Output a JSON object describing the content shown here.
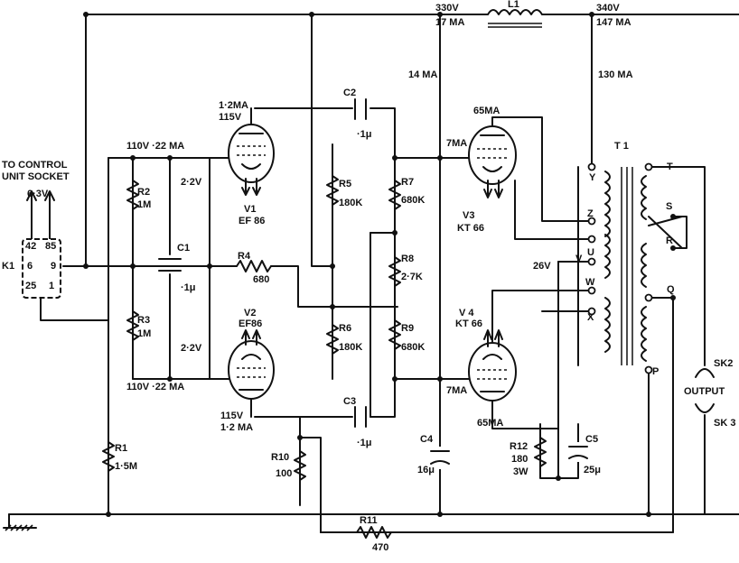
{
  "labels": {
    "to_control": "TO  CONTROL",
    "unit_socket": "UNIT SOCKET",
    "heater_v": "6·3V",
    "k1": "K1",
    "pin42": "42",
    "pin85": "85",
    "pin6": "6",
    "pin9": "9",
    "pin25": "25",
    "pin1": "1",
    "v_330": "330V",
    "ma_17": "17 MA",
    "l1": "L1",
    "v_340": "340V",
    "ma_147": "147 MA",
    "ma_14": "14 MA",
    "ma_130": "130 MA",
    "v1_current": "1·2MA",
    "v1_volt": "115V",
    "r_top_volt": "110V  ·22 MA",
    "r2": "R2",
    "r2_val": "1M",
    "c1": "C1",
    "c1_val": "·1μ",
    "r3": "R3",
    "r3_val": "1M",
    "r_bot_volt": "110V  ·22 MA",
    "v1_grid": "2·2V",
    "v1": "V1",
    "v1_type": "EF 86",
    "r4": "R4",
    "r4_val": "680",
    "v2": "V2",
    "v2_type": "EF86",
    "v2_grid": "2·2V",
    "v2_volt": "115V",
    "v2_current": "1·2 MA",
    "c2": "C2",
    "c2_val": "·1μ",
    "r5": "R5",
    "r5_val": "180K",
    "r7": "R7",
    "r7_val": "680K",
    "r8": "R8",
    "r8_val": "2·7K",
    "r6": "R6",
    "r6_val": "180K",
    "r9": "R9",
    "r9_val": "680K",
    "c3": "C3",
    "c3_val": "·1μ",
    "r10": "R10",
    "r10_val": "100",
    "r1": "R1",
    "r1_val": "1·5M",
    "r11": "R11",
    "r11_val": "470",
    "v3_current": "65MA",
    "v3_ma": "7MA",
    "v3": "V3",
    "v3_type": "KT 66",
    "v4": "V 4",
    "v4_type": "KT 66",
    "v4_ma": "7MA",
    "v4_current": "65MA",
    "c4": "C4",
    "c4_val": "16μ",
    "r12": "R12",
    "r12_val": "180",
    "r12_watt": "3W",
    "c5": "C5",
    "c5_val": "25μ",
    "t1": "T 1",
    "tap_y": "Y",
    "tap_z": "Z",
    "tap_u": "U",
    "tap_v": "V",
    "tap_w": "W",
    "tap_x": "X",
    "tap_t": "T",
    "tap_s": "S",
    "tap_r": "R",
    "tap_q": "Q",
    "tap_p": "P",
    "v_26": "26V",
    "sk2": "SK2",
    "output": "OUTPUT",
    "sk3": "SK 3"
  }
}
